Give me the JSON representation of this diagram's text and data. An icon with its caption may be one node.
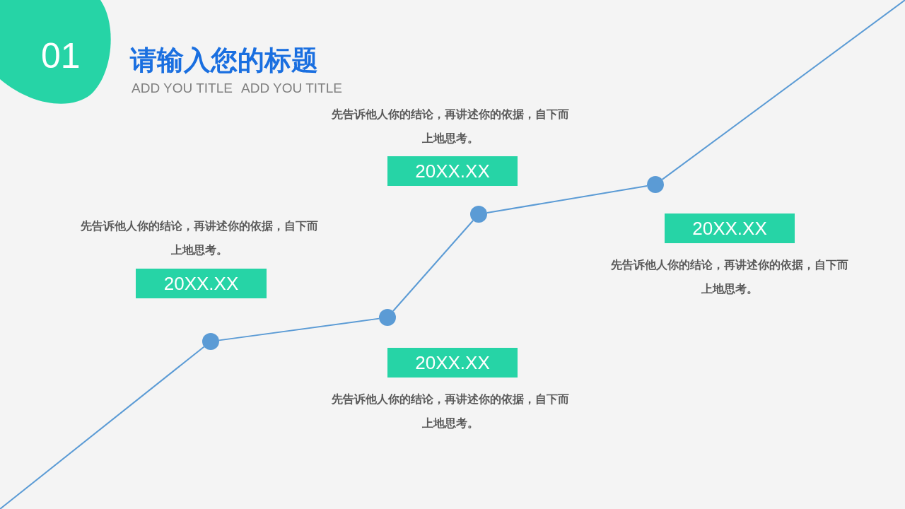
{
  "diagram": {
    "title": "请输入您的标题",
    "nodes": [
      {
        "text": [
          "01"
        ]
      },
      {
        "text": [
          "20XX.XX"
        ],
        "beside": [
          "先告诉他人你的结论，再讲述你的依据，自下而上地思考。"
        ]
      },
      {
        "text": [
          "20XX.XX"
        ],
        "beside": [
          "先告诉他人你的结论，再讲述你的依据，自下而上地思考。"
        ]
      },
      {
        "text": [
          "20XX.XX"
        ],
        "beside": [
          "先告诉他人你的结论，再讲述你的依据，自下而上地思考。"
        ]
      },
      {
        "text": [
          "20XX.XX"
        ],
        "beside": [
          "先告诉他人你的结论，再讲述你的依据，自下而上地思考。"
        ]
      },
      {
        "text": [],
        "shape": "circle"
      },
      {
        "text": [],
        "shape": "circle"
      },
      {
        "text": [],
        "shape": "circle"
      },
      {
        "text": [],
        "shape": "circle"
      }
    ],
    "edges": [
      {
        "from": null,
        "to": 5,
        "arrow": "none"
      },
      {
        "from": 5,
        "to": 6,
        "arrow": "none"
      },
      {
        "from": 6,
        "to": 7,
        "arrow": "none"
      },
      {
        "from": 7,
        "to": 8,
        "arrow": "none"
      },
      {
        "from": 8,
        "to": null,
        "arrow": "none"
      }
    ],
    "labels": [
      "ADD YOU TITLE",
      "ADD YOU TITLE"
    ]
  }
}
